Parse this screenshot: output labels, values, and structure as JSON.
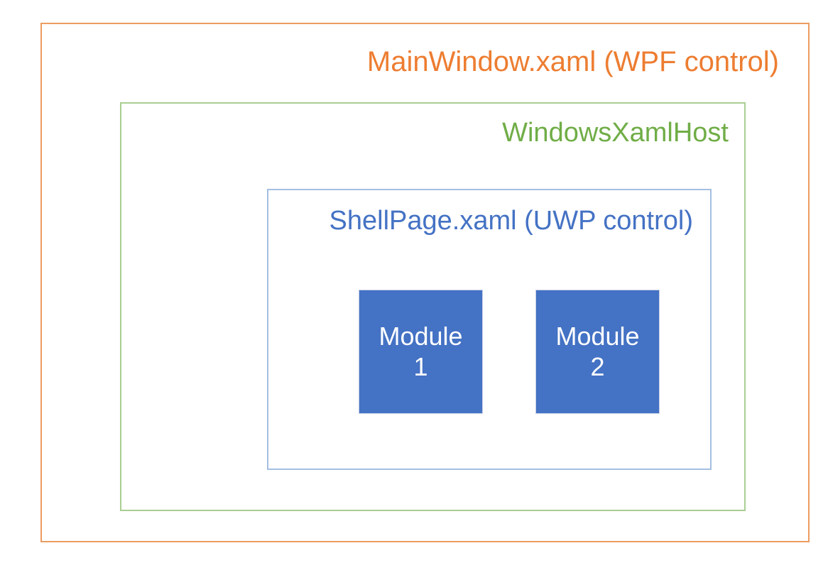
{
  "diagram": {
    "type": "nested-containers",
    "background_color": "#FFFFFF",
    "outer": {
      "title": "MainWindow.xaml (WPF control)",
      "border_color": "#ED9C61",
      "text_color": "#ED7D31"
    },
    "middle": {
      "title": "WindowsXamlHost",
      "border_color": "#A9CE92",
      "text_color": "#70AD47"
    },
    "inner": {
      "title": "ShellPage.xaml (UWP control)",
      "border_color": "#A3BFE0",
      "text_color": "#4472C4",
      "modules": [
        {
          "name": "Module",
          "index": "1",
          "fill_color": "#4472C4",
          "text_color": "#FFFFFF"
        },
        {
          "name": "Module",
          "index": "2",
          "fill_color": "#4472C4",
          "text_color": "#FFFFFF"
        }
      ]
    }
  }
}
